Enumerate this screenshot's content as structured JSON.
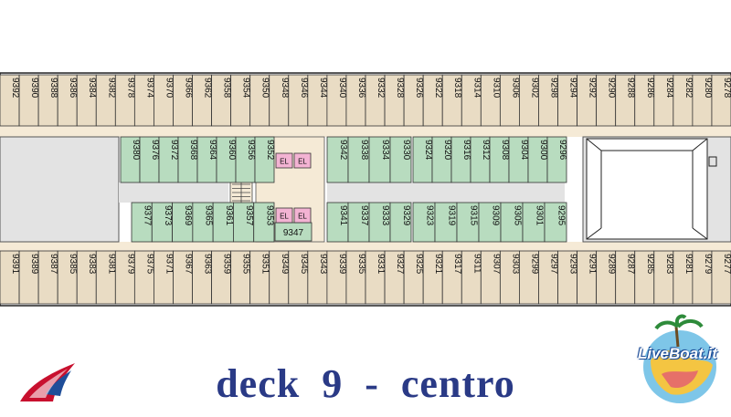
{
  "title": "deck  9  -  centro",
  "brand": {
    "text": "LiveBoat.it",
    "accent": "#2a3a86",
    "logo_red": "#c8102e",
    "logo_blue": "#1f4e99"
  },
  "colors": {
    "outer_cabin": "#e9dcc4",
    "inner_cabin": "#b8dcbf",
    "elevator": "#f3b3d3",
    "corridor": "#f5ead6",
    "hull_line": "#222222",
    "gray_area": "#e3e3e3"
  },
  "cabins": {
    "top_outer": [
      "9392",
      "9390",
      "9388",
      "9386",
      "9384",
      "9382",
      "9378",
      "9374",
      "9370",
      "9366",
      "9362",
      "9358",
      "9354",
      "9350",
      "9348",
      "9346",
      "9344",
      "9340",
      "9336",
      "9332",
      "9328",
      "9326",
      "9322",
      "9318",
      "9314",
      "9310",
      "9306",
      "9302",
      "9298",
      "9294",
      "9292",
      "9290",
      "9288",
      "9286",
      "9284",
      "9282",
      "9280",
      "9278"
    ],
    "inner_top_a": [
      "9380",
      "9376",
      "9372",
      "9368",
      "9364",
      "9360",
      "9356",
      "9352"
    ],
    "inner_top_b": [
      "9342",
      "9338",
      "9334",
      "9330"
    ],
    "inner_top_c": [
      "9324",
      "9320",
      "9316",
      "9312",
      "9308",
      "9304",
      "9300",
      "9296"
    ],
    "inner_bottom_a": [
      "9377",
      "9373",
      "9369",
      "9365",
      "9361",
      "9357",
      "9353"
    ],
    "inner_bottom_b": [
      "9341",
      "9337",
      "9333",
      "9329"
    ],
    "inner_bottom_c": [
      "9323",
      "9319",
      "9315",
      "9309",
      "9305",
      "9301",
      "9295"
    ],
    "bottom_outer": [
      "9391",
      "9389",
      "9387",
      "9385",
      "9383",
      "9381",
      "9379",
      "9375",
      "9371",
      "9367",
      "9363",
      "9359",
      "9355",
      "9351",
      "9349",
      "9345",
      "9343",
      "9339",
      "9335",
      "9331",
      "9327",
      "9325",
      "9321",
      "9317",
      "9311",
      "9307",
      "9303",
      "9299",
      "9297",
      "9293",
      "9291",
      "9289",
      "9287",
      "9285",
      "9283",
      "9281",
      "9279",
      "9277"
    ],
    "wide_cabin": "9347"
  },
  "elevators": [
    "EL",
    "EL",
    "EL",
    "EL"
  ]
}
